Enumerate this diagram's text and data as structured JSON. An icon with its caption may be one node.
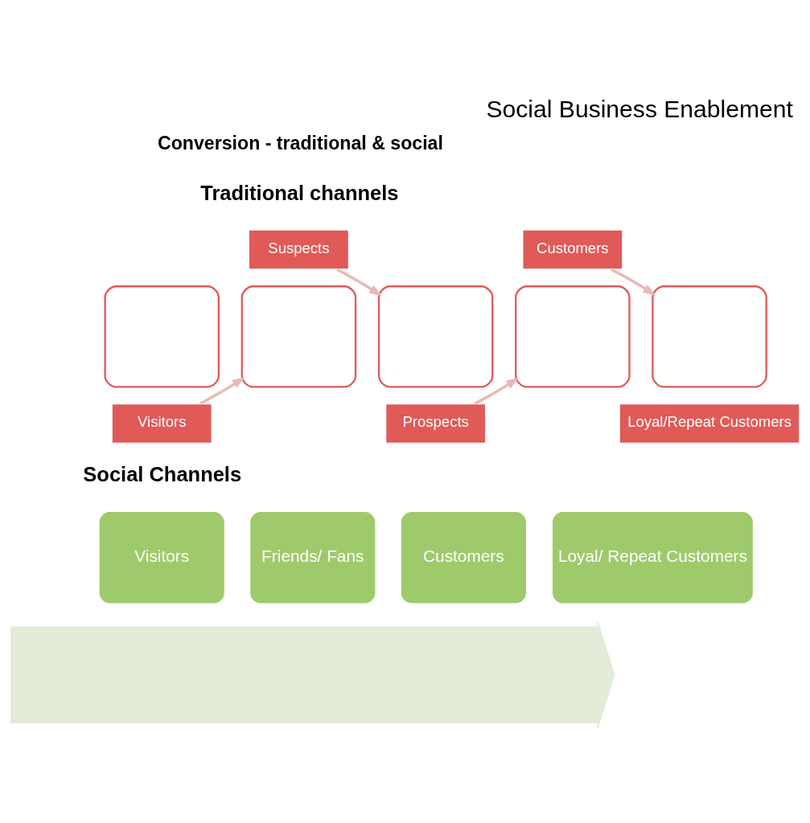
{
  "diagram": {
    "title": "Social Business Enablement",
    "nodes": [
      {
        "text": [],
        "shape": "box"
      },
      {
        "text": [],
        "shape": "box"
      },
      {
        "text": [],
        "shape": "box"
      },
      {
        "text": [],
        "shape": "box"
      },
      {
        "text": [],
        "shape": "box"
      },
      {
        "text": [
          "Visitors"
        ]
      },
      {
        "text": [
          "Suspects"
        ]
      },
      {
        "text": [
          "Prospects"
        ]
      },
      {
        "text": [
          "Customers"
        ]
      },
      {
        "text": [
          "Loyal/Repeat Customers"
        ]
      },
      {
        "text": [],
        "shape": "arrow"
      },
      {
        "text": [
          "Visitors"
        ]
      },
      {
        "text": [
          "Friends/ Fans"
        ]
      },
      {
        "text": [
          "Customers"
        ]
      },
      {
        "text": [
          "Loyal/ Repeat Customers"
        ]
      }
    ],
    "edges": [
      {
        "from": 5,
        "to": 1,
        "arrow": "to"
      },
      {
        "from": 6,
        "to": 2,
        "arrow": "to"
      },
      {
        "from": 7,
        "to": 3,
        "arrow": "to"
      },
      {
        "from": 8,
        "to": 4,
        "arrow": "to"
      }
    ],
    "labels": [
      "Conversion - traditional & social",
      "Traditional channels",
      "Social Channels"
    ]
  }
}
